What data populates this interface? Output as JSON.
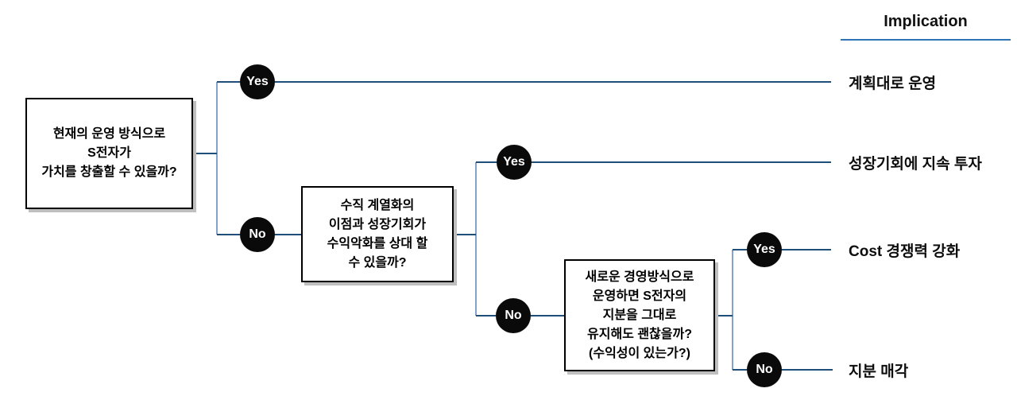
{
  "header": {
    "title": "Implication"
  },
  "branch_labels": {
    "yes": "Yes",
    "no": "No"
  },
  "decision_nodes": [
    {
      "id": "q1",
      "text": "현재의 운영 방식으로\nS전자가\n가치를 창출할 수 있을까?"
    },
    {
      "id": "q2",
      "text": "수직 계열화의\n이점과 성장기회가\n수익악화를 상대 할\n수 있을까?"
    },
    {
      "id": "q3",
      "text": "새로운 경영방식으로\n운영하면 S전자의\n지분을 그대로\n유지해도 괜찮을까?\n(수익성이 있는가?)"
    }
  ],
  "outcomes": [
    {
      "condition": "Yes",
      "label": "계획대로 운영"
    },
    {
      "condition": "Yes",
      "label": "성장기회에 지속 투자"
    },
    {
      "condition": "Yes",
      "label": "Cost 경쟁력 강화"
    },
    {
      "condition": "No",
      "label": "지분 매각"
    }
  ],
  "colors": {
    "line_dark": "#1F4E79",
    "line_light": "#5B84BD",
    "underline": "#2E74B5",
    "node_fill": "#0A0A0A",
    "node_text": "#FFFFFF",
    "box_border": "#000000",
    "box_shadow": "#BFBFBF"
  }
}
